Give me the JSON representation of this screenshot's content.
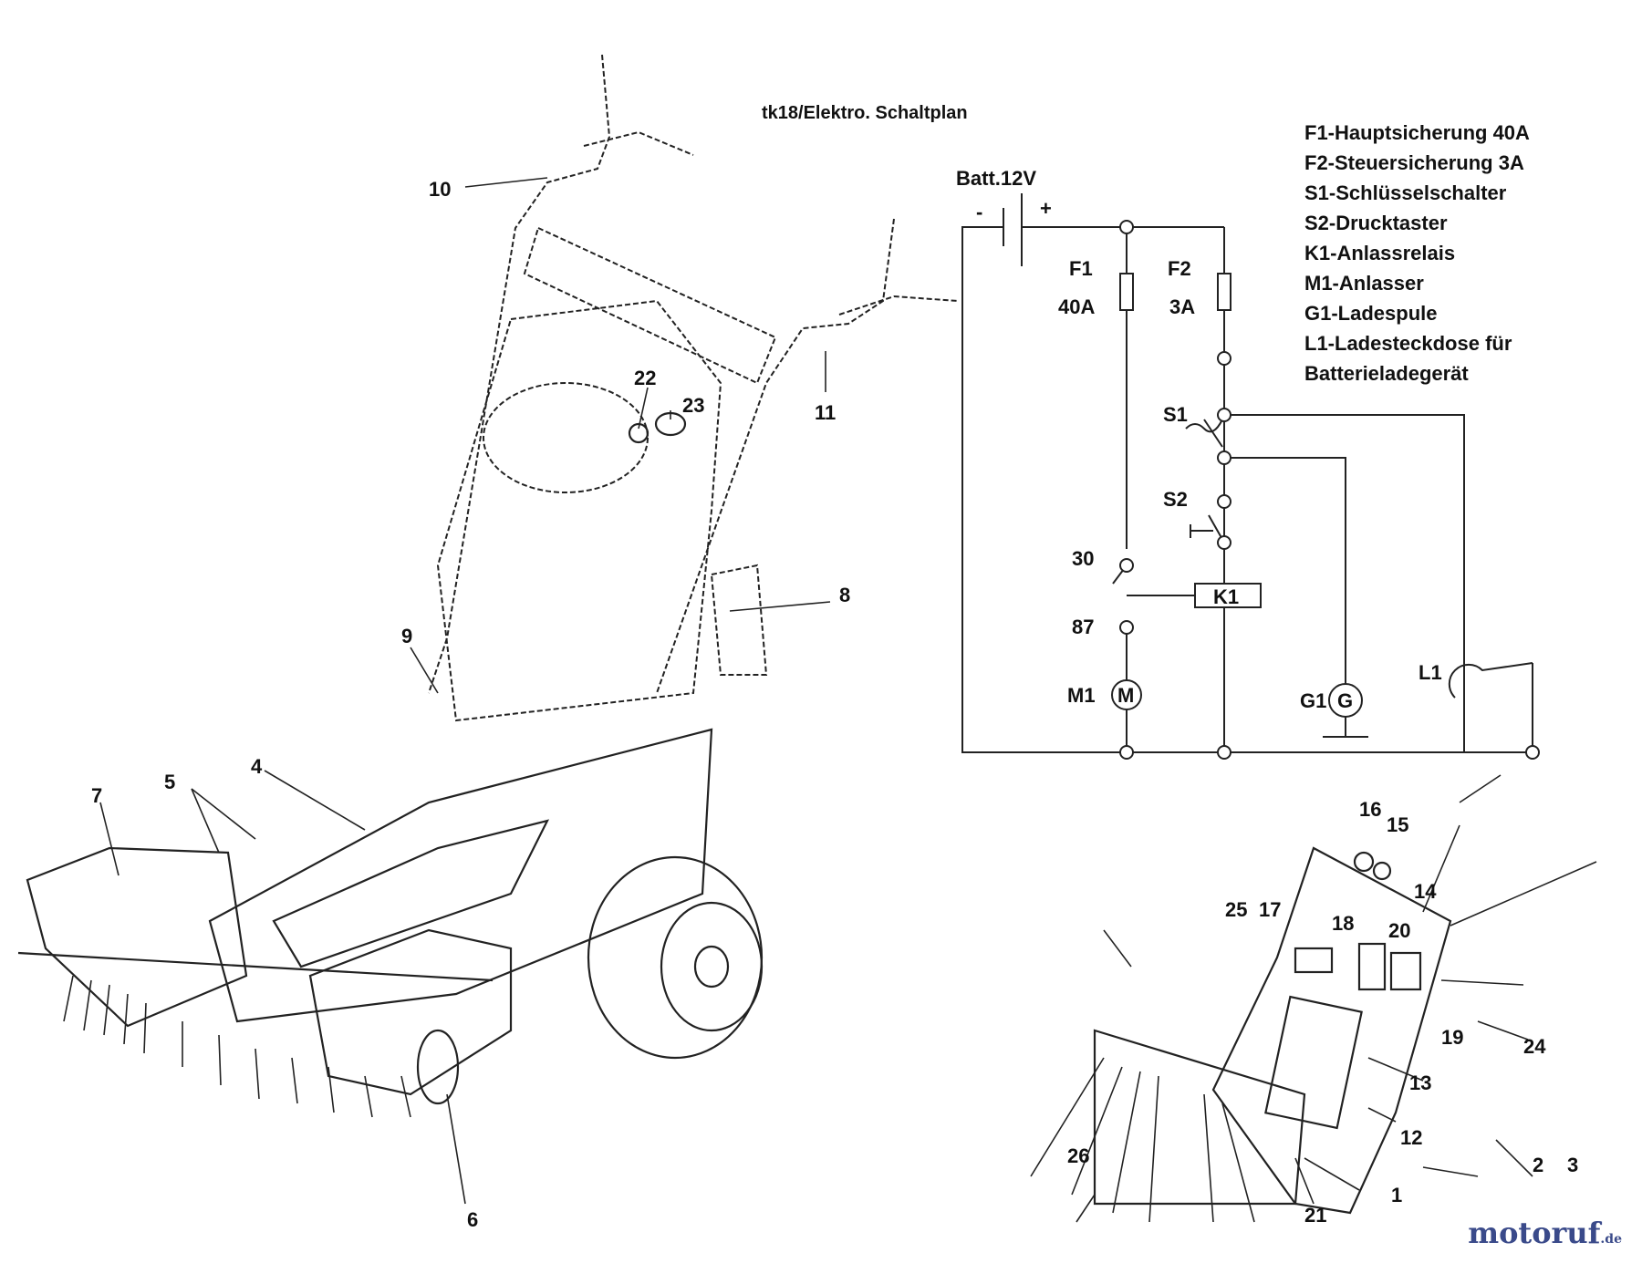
{
  "title": "tk18/Elektro.  Schaltplan",
  "battery": {
    "label": "Batt.12V",
    "minus": "-",
    "plus": "+"
  },
  "fuses": [
    {
      "name": "F1",
      "rating": "40A"
    },
    {
      "name": "F2",
      "rating": "3A"
    }
  ],
  "components": {
    "s1": "S1",
    "s2": "S2",
    "k1": "K1",
    "t30": "30",
    "t87": "87",
    "m1": "M1",
    "m1_symbol": "M",
    "g1": "G1",
    "g1_symbol": "G",
    "l1": "L1"
  },
  "legend": [
    "F1-Hauptsicherung 40A",
    "F2-Steuersicherung 3A",
    "S1-Schlüsselschalter",
    "S2-Drucktaster",
    "K1-Anlassrelais",
    "M1-Anlasser",
    "G1-Ladespule",
    "L1-Ladesteckdose für",
    "Batterieladegerät"
  ],
  "part_numbers": [
    "1",
    "2",
    "3",
    "4",
    "5",
    "6",
    "7",
    "8",
    "9",
    "10",
    "11",
    "12",
    "13",
    "14",
    "15",
    "16",
    "17",
    "18",
    "19",
    "20",
    "21",
    "22",
    "23",
    "24",
    "25",
    "26"
  ],
  "watermark": {
    "text_a": "motoruf",
    "text_b": ".de"
  },
  "colors": {
    "line": "#222222",
    "wm_dark": "#3a4a8a",
    "wm_o": "#2f8f3f",
    "wm_r": "#d94020"
  }
}
